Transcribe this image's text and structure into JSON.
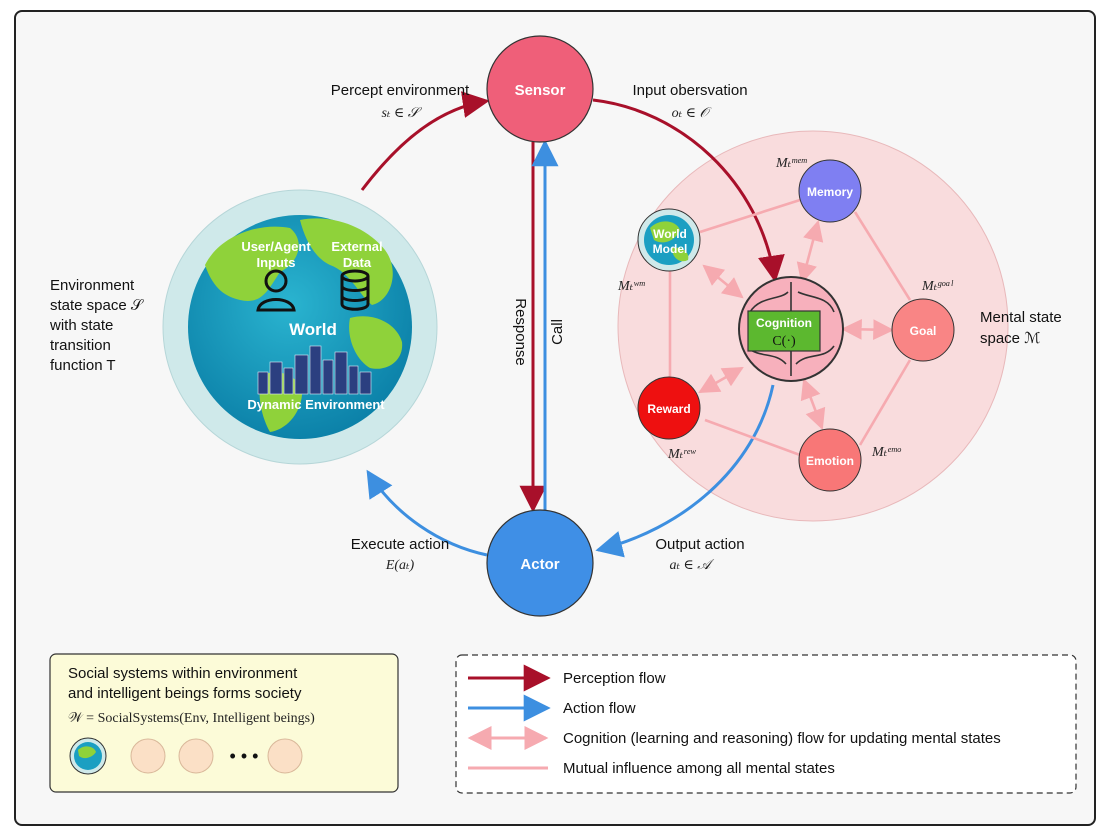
{
  "nodes": {
    "sensor": "Sensor",
    "actor": "Actor",
    "world": "World",
    "user_inputs_1": "User/Agent",
    "user_inputs_2": "Inputs",
    "external_data_1": "External",
    "external_data_2": "Data",
    "dynamic_env": "Dynamic Environment",
    "memory": "Memory",
    "world_model_1": "World",
    "world_model_2": "Model",
    "cognition": "Cognition",
    "cognition_fn": "C(·)",
    "goal": "Goal",
    "reward": "Reward",
    "emotion": "Emotion"
  },
  "flow_labels": {
    "percept_env": "Percept environment",
    "percept_env_math": "sₜ ∈ 𝒮",
    "input_obs": "Input obersvation",
    "input_obs_math": "oₜ ∈ 𝒪",
    "execute_action": "Execute action",
    "execute_action_math": "E(aₜ)",
    "output_action": "Output action",
    "output_action_math": "aₜ ∈ 𝒜",
    "response": "Response",
    "call": "Call"
  },
  "state_labels": {
    "mem": "Mₜᵐᵉᵐ",
    "wm": "Mₜʷᵐ",
    "goal": "Mₜᵍᵒᵃˡ",
    "rew": "Mₜʳᵉʷ",
    "emo": "Mₜᵉᵐᵒ"
  },
  "env_space": {
    "line1": "Environment",
    "line2": "state space 𝒮",
    "line3": "with state",
    "line4": "transition",
    "line5": "function T"
  },
  "mental_space": {
    "line1": "Mental state",
    "line2": "space ℳ"
  },
  "society_box": {
    "line1": "Social systems within environment",
    "line2": "and intelligent beings forms society",
    "formula": "𝒲 = SocialSystems(Env, Intelligent beings)",
    "dots": "• • •"
  },
  "legend": {
    "perception": "Perception flow",
    "action": "Action flow",
    "cognition": "Cognition (learning and reasoning) flow for updating mental states",
    "mutual": "Mutual influence among all mental states"
  },
  "colors": {
    "perception": "#a8102a",
    "action": "#3d8fe0",
    "cognition": "#f6aab0",
    "sensor": "#ef5f79",
    "actor": "#3f8fe6",
    "memory": "#7f7ff2",
    "goal": "#f98585",
    "reward": "#ee1010",
    "emotion": "#f87777",
    "cognition_box": "#5cb82f",
    "mental_bg": "#f9dcdd",
    "world_ring": "#cfe9ea",
    "society_bg": "#fcfbd8",
    "mini_circle": "#fbe0c6"
  }
}
